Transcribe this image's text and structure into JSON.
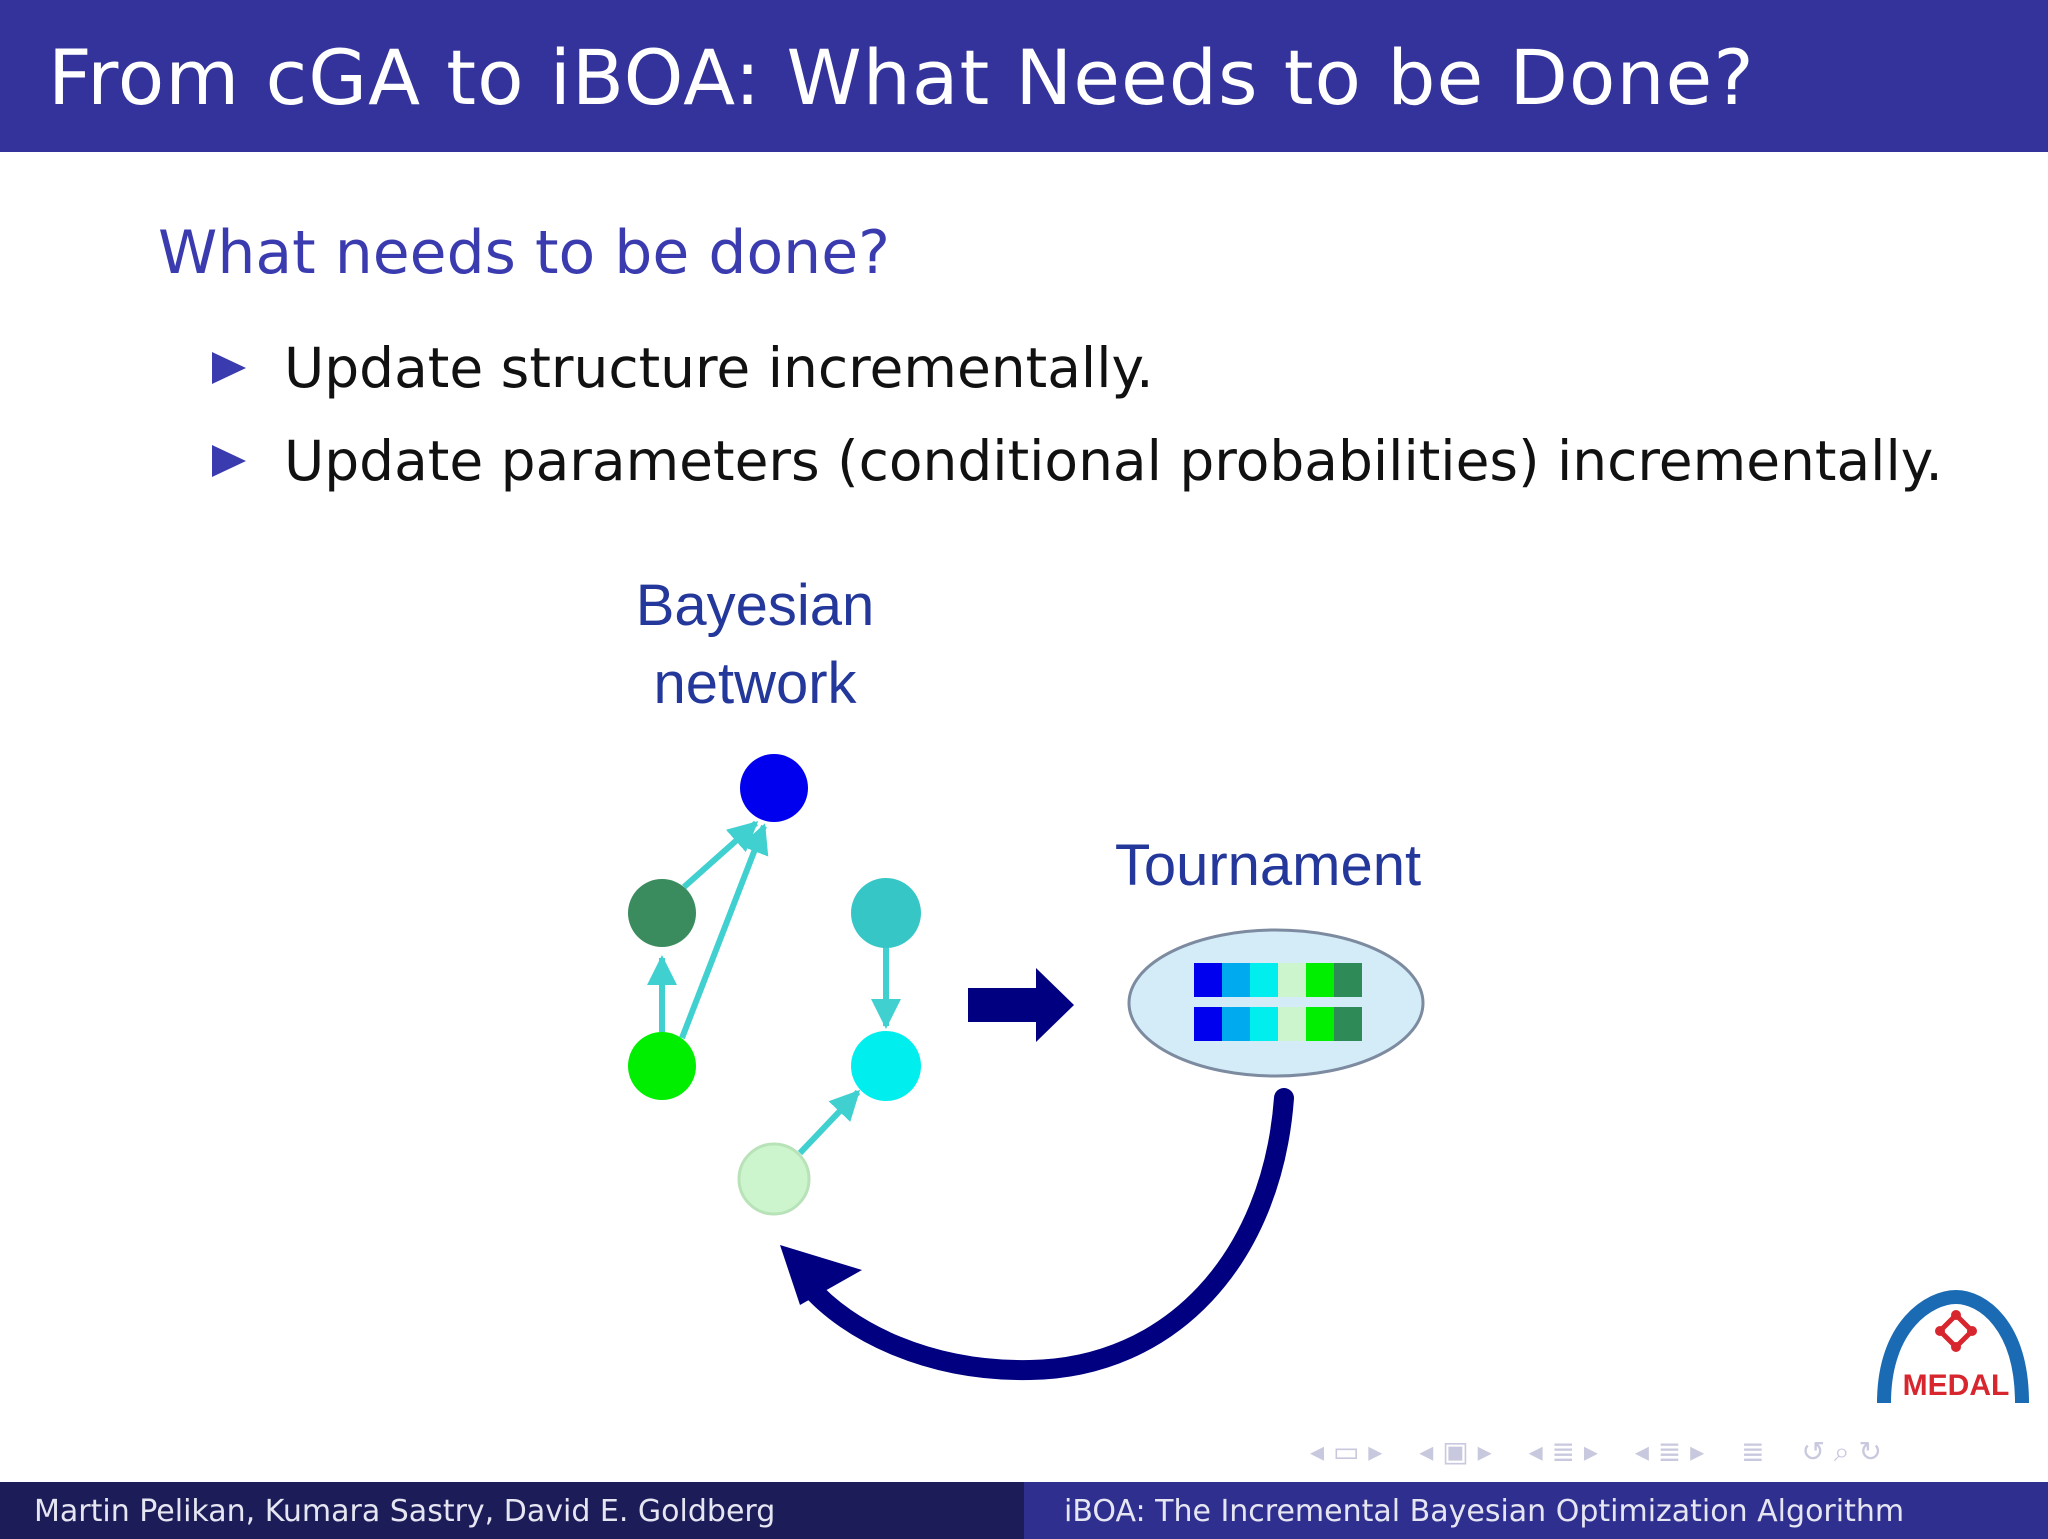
{
  "slide": {
    "title": "From cGA to iBOA: What Needs to be Done?",
    "block_title": "What needs to be done?",
    "bullets": [
      "Update structure incrementally.",
      "Update parameters (conditional probabilities) incrementally."
    ]
  },
  "diagram": {
    "bn_label_line1": "Bayesian",
    "bn_label_line2": "network",
    "tournament_label": "Tournament",
    "node_colors": [
      "#0000ee",
      "#3a8c5e",
      "#00ee00",
      "#36c6c6",
      "#00eeee",
      "#cdf5cd"
    ],
    "slot_colors": [
      "#0000ee",
      "#00aaee",
      "#00eeee",
      "#cdf5cd",
      "#00ee00",
      "#2e8b57"
    ],
    "accent": "#000080",
    "edge_color": "#40d0d0"
  },
  "footer": {
    "authors": "Martin Pelikan, Kumara Sastry, David E. Goldberg",
    "talk_title": "iBOA: The Incremental Bayesian Optimization Algorithm"
  },
  "logo": {
    "text": "MEDAL"
  },
  "nav_icons": [
    "nav-frame-icon",
    "nav-subsection-icon",
    "nav-section-icon",
    "nav-slide-icon",
    "nav-align-icon",
    "nav-search-icon"
  ]
}
